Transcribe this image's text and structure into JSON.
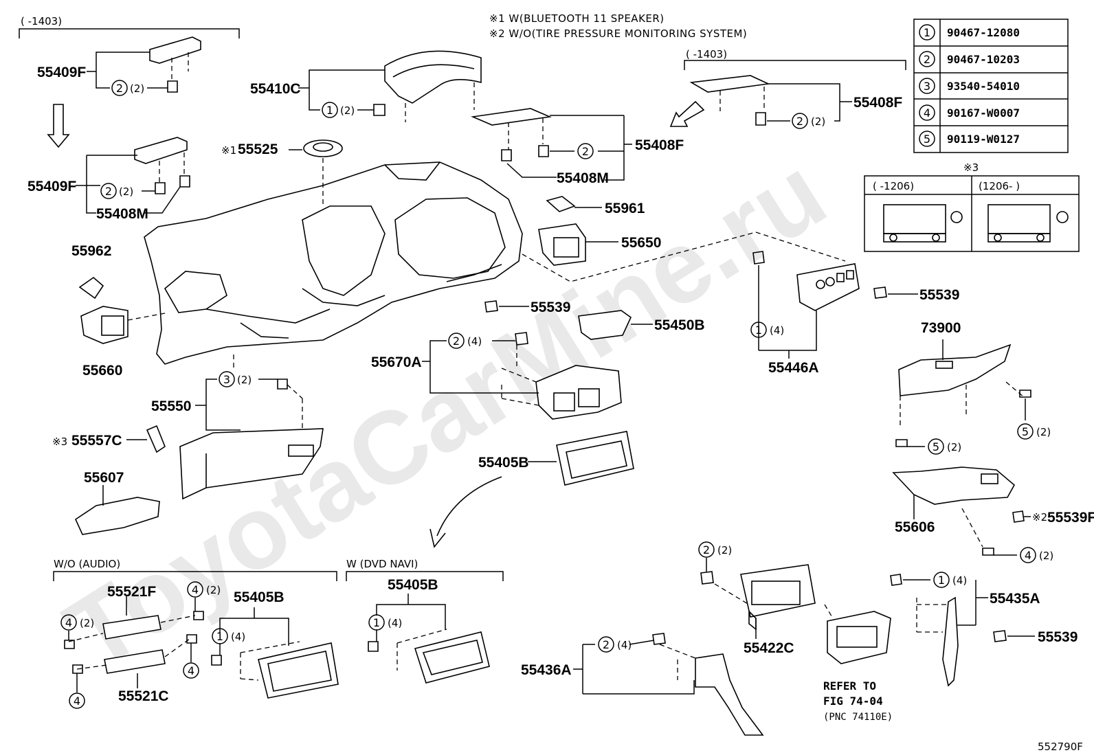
{
  "notes": {
    "n1": "※1  W(BLUETOOTH  11 SPEAKER)",
    "n2": "※2  W/O(TIRE PRESSURE MONITORING SYSTEM)"
  },
  "watermark": "ToyotaCarMine.ru",
  "figure_code": "552790F",
  "ranges": {
    "left_top": "(      -1403)",
    "right_top": "(      -1403)"
  },
  "fastener_table": [
    {
      "num": "1",
      "part": "90467-12080"
    },
    {
      "num": "2",
      "part": "90467-10203"
    },
    {
      "num": "3",
      "part": "93540-54010"
    },
    {
      "num": "4",
      "part": "90167-W0007"
    },
    {
      "num": "5",
      "part": "90119-W0127"
    }
  ],
  "ref3": {
    "mark": "※3",
    "col1": "(      -1206)",
    "col2": "(1206-      )"
  },
  "sections": {
    "wo_audio": "W/O (AUDIO)",
    "w_dvd": "W (DVD  NAVI)"
  },
  "refer": {
    "line1": "REFER TO",
    "line2": "FIG 74-04",
    "line3": "(PNC 74110E)"
  },
  "parts": {
    "p55409F_a": "55409F",
    "p55409F_b": "55409F",
    "p55408M_a": "55408M",
    "p55410C": "55410C",
    "p55525": "55525",
    "p55525_mark": "※1",
    "p55408F_a": "55408F",
    "p55408F_b": "55408F",
    "p55408M_b": "55408M",
    "p55961": "55961",
    "p55650": "55650",
    "p55962": "55962",
    "p55660": "55660",
    "p55539_a": "55539",
    "p55450B": "55450B",
    "p55539_b": "55539",
    "p55446A": "55446A",
    "p73900": "73900",
    "p55670A": "55670A",
    "p55550": "55550",
    "p55557C": "55557C",
    "p55557C_mark": "※3",
    "p55607": "55607",
    "p55405B_a": "55405B",
    "p55606": "55606",
    "p55539F": "55539F",
    "p55539F_mark": "※2",
    "p55521F": "55521F",
    "p55405B_b": "55405B",
    "p55405B_c": "55405B",
    "p55521C": "55521C",
    "p55422C": "55422C",
    "p55435A": "55435A",
    "p55539_c": "55539",
    "p55436A": "55436A"
  },
  "callouts": {
    "c1": {
      "num": "2",
      "qty": "(2)"
    },
    "c2": {
      "num": "2",
      "qty": "(2)"
    },
    "c3": {
      "num": "1",
      "qty": "(2)"
    },
    "c4": {
      "num": "2",
      "qty": ""
    },
    "c5": {
      "num": "2",
      "qty": "(2)"
    },
    "c6": {
      "num": "2",
      "qty": "(4)"
    },
    "c7": {
      "num": "1",
      "qty": "(4)"
    },
    "c8": {
      "num": "3",
      "qty": "(2)"
    },
    "c9": {
      "num": "5",
      "qty": "(2)"
    },
    "c10": {
      "num": "5",
      "qty": "(2)"
    },
    "c11": {
      "num": "4",
      "qty": "(2)"
    },
    "c12": {
      "num": "2",
      "qty": "(2)"
    },
    "c13": {
      "num": "1",
      "qty": "(4)"
    },
    "c14": {
      "num": "4",
      "qty": "(2)"
    },
    "c15": {
      "num": "4",
      "qty": "(2)"
    },
    "c16": {
      "num": "1",
      "qty": "(4)"
    },
    "c17": {
      "num": "4",
      "qty": ""
    },
    "c18": {
      "num": "4",
      "qty": ""
    },
    "c19": {
      "num": "1",
      "qty": "(4)"
    },
    "c20": {
      "num": "2",
      "qty": "(4)"
    }
  }
}
